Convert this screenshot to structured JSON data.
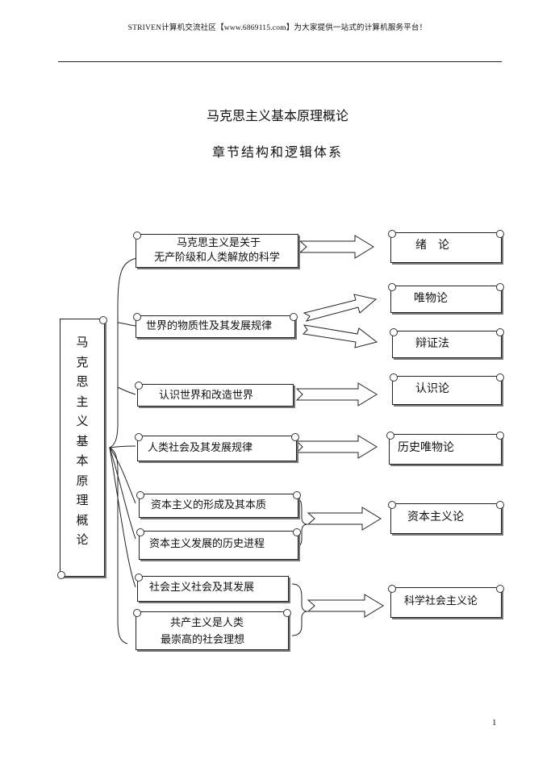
{
  "header": {
    "banner": "STRIVEN计算机交流社区【www.6869115.com】为大家提供一站式的计算机服务平台！"
  },
  "document": {
    "title": "马克思主义基本原理概论",
    "subtitle": "章节结构和逻辑体系",
    "page_number": "1"
  },
  "diagram": {
    "root": [
      "马",
      "克",
      "思",
      "主",
      "义",
      "基",
      "本",
      "原",
      "理",
      "概",
      "论"
    ],
    "topics": [
      {
        "line1": "马克思主义是关于",
        "line2": "无产阶级和人类解放的科学"
      },
      {
        "line1": "世界的物质性及其发展规律"
      },
      {
        "line1": "认识世界和改造世界"
      },
      {
        "line1": "人类社会及其发展规律"
      },
      {
        "line1": "资本主义的形成及其本质"
      },
      {
        "line1": "资本主义发展的历史进程"
      },
      {
        "line1": "社会主义社会及其发展"
      },
      {
        "line1": "共产主义是人类",
        "line2": "最崇高的社会理想"
      }
    ],
    "parts": [
      {
        "label": "绪　论"
      },
      {
        "label": "唯物论"
      },
      {
        "label": "辩证法"
      },
      {
        "label": "认识论"
      },
      {
        "label": "历史唯物论"
      },
      {
        "label": "资本主义论"
      },
      {
        "label": "科学社会主义论"
      }
    ]
  }
}
